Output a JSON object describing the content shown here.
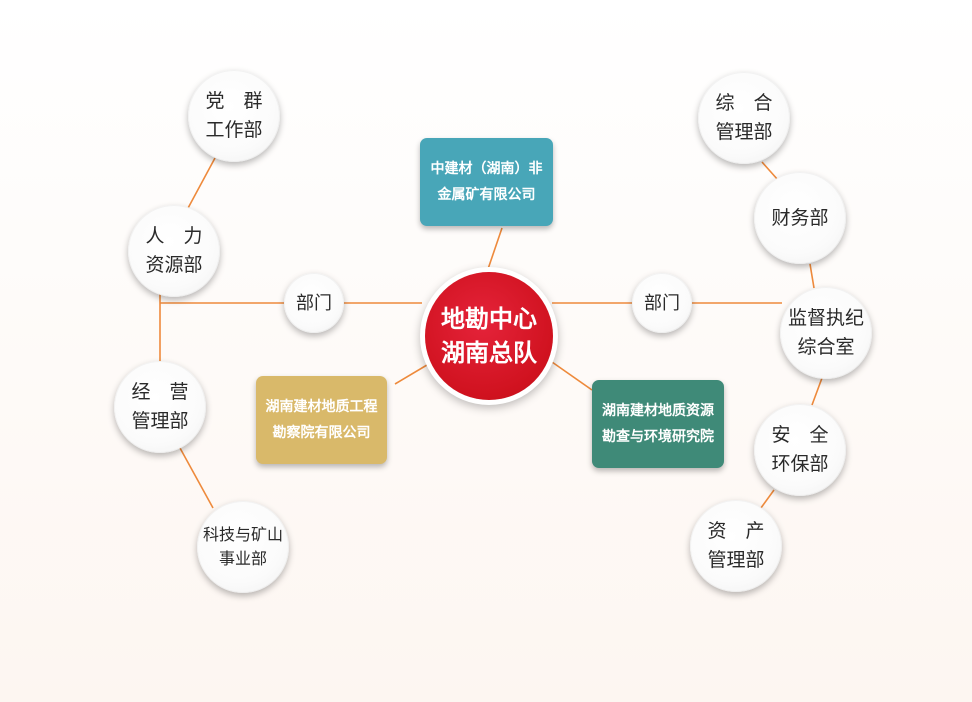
{
  "center": {
    "label": "地勘中心\n湖南总队",
    "color": "#d0121f"
  },
  "boxes": {
    "top": {
      "label": "中建材（湖南）非\n金属矿有限公司",
      "color": "#48a6b8"
    },
    "left": {
      "label": "湖南建材地质工程\n勘察院有限公司",
      "color": "#d9b96a"
    },
    "right": {
      "label": "湖南建材地质资源\n勘查与环境研究院",
      "color": "#3f8a78"
    }
  },
  "left_branch": {
    "hub_label": "部门",
    "departments": [
      "党　群\n工作部",
      "人　力\n资源部",
      "经　营\n管理部",
      "科技与矿山\n事业部"
    ]
  },
  "right_branch": {
    "hub_label": "部门",
    "departments": [
      "综　合\n管理部",
      "财务部",
      "监督执纪\n综合室",
      "安　全\n环保部",
      "资　产\n管理部"
    ]
  },
  "line_color": "#ee8a3c"
}
